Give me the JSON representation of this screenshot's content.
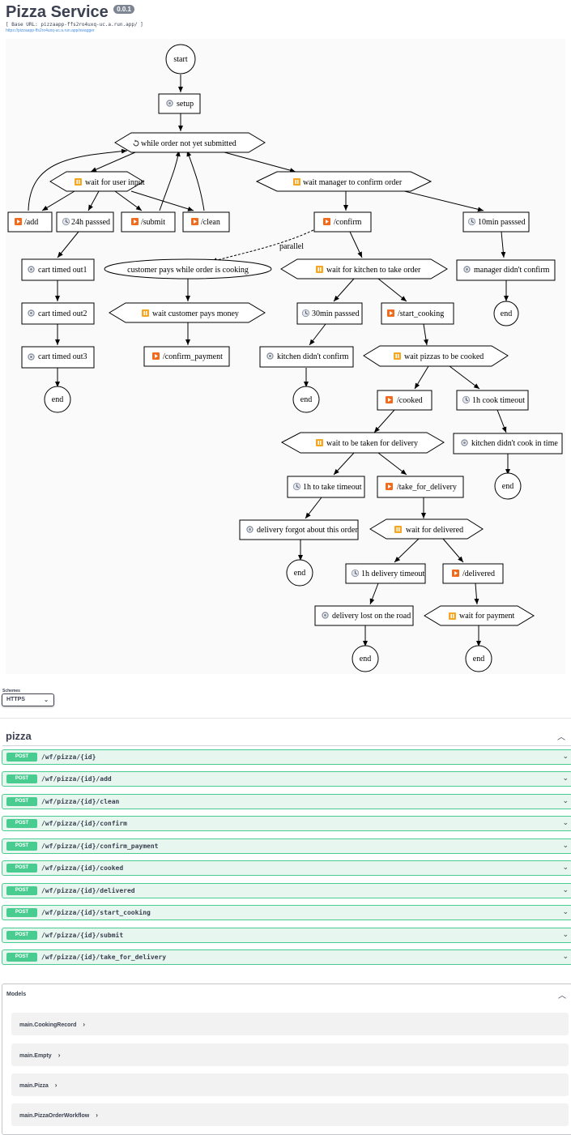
{
  "header": {
    "title": "Pizza Service",
    "version": "0.0.1",
    "base_url": "[ Base URL: pizzaapp-ffs2ro4uxq-uc.a.run.app/ ]",
    "docs_link": "https://pizzaapp-ffs2ro4uxq-uc.a.run.app/swagger"
  },
  "diagram": {
    "nodes": {
      "start": "start",
      "setup": "setup",
      "while_loop": "while order not yet submitted",
      "wait_user_input": "wait for user input",
      "add": "/add",
      "h24_passed": "24h passsed",
      "submit": "/submit",
      "clean": "/clean",
      "wait_manager": "wait manager to confirm order",
      "confirm": "/confirm",
      "min10_passed": "10min passsed",
      "parallel_label": "parallel",
      "customer_pays": "customer pays while order is cooking",
      "wait_kitchen": "wait for kitchen to take order",
      "manager_didnt_confirm": "manager didn't confirm",
      "end_manager": "end",
      "cart_timed_out1": "cart timed out1",
      "cart_timed_out2": "cart timed out2",
      "cart_timed_out3": "cart timed out3",
      "end_cart": "end",
      "wait_customer_pays": "wait customer pays money",
      "confirm_payment": "/confirm_payment",
      "min30_passed": "30min passsed",
      "start_cooking": "/start_cooking",
      "kitchen_didnt_confirm": "kitchen didn't confirm",
      "end_kitchen": "end",
      "wait_pizzas_cooked": "wait pizzas to be cooked",
      "cooked": "/cooked",
      "h1_cook_timeout": "1h cook timeout",
      "kitchen_didnt_cook": "kitchen didn't cook in time",
      "end_cook": "end",
      "wait_taken_delivery": "wait to be taken for delivery",
      "h1_take_timeout": "1h to take timeout",
      "take_for_delivery": "/take_for_delivery",
      "delivery_forgot": "delivery forgot about this order",
      "end_forgot": "end",
      "wait_delivered": "wait for delivered",
      "h1_delivery_timeout": "1h delivery timeout",
      "delivered": "/delivered",
      "delivery_lost": "delivery lost on the road",
      "wait_payment": "wait for payment",
      "end_lost": "end",
      "end_payment": "end"
    }
  },
  "schemes": {
    "label": "Schemes",
    "selected": "HTTPS"
  },
  "tag": {
    "name": "pizza",
    "operations": [
      {
        "method": "POST",
        "path": "/wf/pizza/{id}"
      },
      {
        "method": "POST",
        "path": "/wf/pizza/{id}/add"
      },
      {
        "method": "POST",
        "path": "/wf/pizza/{id}/clean"
      },
      {
        "method": "POST",
        "path": "/wf/pizza/{id}/confirm"
      },
      {
        "method": "POST",
        "path": "/wf/pizza/{id}/confirm_payment"
      },
      {
        "method": "POST",
        "path": "/wf/pizza/{id}/cooked"
      },
      {
        "method": "POST",
        "path": "/wf/pizza/{id}/delivered"
      },
      {
        "method": "POST",
        "path": "/wf/pizza/{id}/start_cooking"
      },
      {
        "method": "POST",
        "path": "/wf/pizza/{id}/submit"
      },
      {
        "method": "POST",
        "path": "/wf/pizza/{id}/take_for_delivery"
      }
    ]
  },
  "models": {
    "title": "Models",
    "items": [
      "main.CookingRecord",
      "main.Empty",
      "main.Pizza",
      "main.PizzaOrderWorkflow"
    ]
  },
  "colors": {
    "post_green": "#49cc90",
    "wait_orange": "#f5a623",
    "play_orange": "#f26b1d"
  }
}
